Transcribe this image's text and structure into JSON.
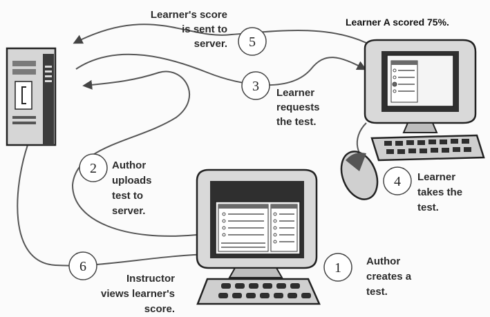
{
  "header": {
    "score_text": "Learner A scored 75%."
  },
  "steps": [
    {
      "number": "1",
      "lines": [
        "Author",
        "creates a",
        "test."
      ]
    },
    {
      "number": "2",
      "lines": [
        "Author",
        "uploads",
        "test to",
        "server."
      ]
    },
    {
      "number": "3",
      "lines": [
        "Learner",
        "requests",
        "the test."
      ]
    },
    {
      "number": "4",
      "lines": [
        "Learner",
        "takes the",
        "test."
      ]
    },
    {
      "number": "5",
      "lines": [
        "Learner's score",
        "is sent to",
        "server."
      ]
    },
    {
      "number": "6",
      "lines": [
        "Instructor",
        "views learner's",
        "score."
      ]
    }
  ],
  "icons": {
    "server": "server-tower-icon",
    "author_computer": "desktop-computer-icon",
    "learner_computer": "desktop-computer-icon",
    "mouse": "mouse-icon"
  }
}
